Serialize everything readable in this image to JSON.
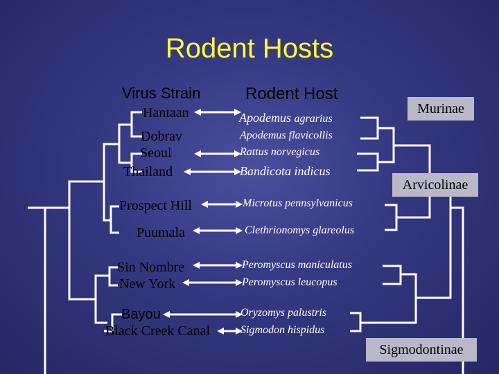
{
  "title": "Rodent Hosts",
  "headers": {
    "virus_strain": "Virus Strain",
    "rodent_host": "Rodent Host"
  },
  "virus_strains": [
    "Hantaan",
    "Dobrav",
    "Seoul",
    "Thailand",
    "Prospect Hill",
    "Puumala",
    "Sin Nombre",
    "New York",
    "Bayou",
    "Black Creek Canal"
  ],
  "rodent_hosts": {
    "apodemus_agrarius_genus": "Apodemus",
    "apodemus_agrarius_species": "agrarius",
    "apodemus_flavicollis": "Apodemus flavicollis",
    "rattus_norvegicus": "Rattus norvegicus",
    "bandicota_indicus": "Bandicota indicus",
    "microtus_pennsylvanicus": "Microtus pennsylvanicus",
    "clethrionomys_glareolus": "Clethrionomys glareolus",
    "peromyscus_maniculatus": "Peromyscus maniculatus",
    "peromyscus_leucopus": "Peromyscus leucopus",
    "oryzomys_palustris": "Oryzomys palustris",
    "sigmodon_hispidus": "Sigmodon hispidus"
  },
  "subfamilies": {
    "murinae": "Murinae",
    "arvicolinae": "Arvicolinae",
    "sigmodontinae": "Sigmodontinae"
  },
  "colors": {
    "background": "#2c2f73",
    "title": "#ffff33",
    "tree_lines": "#ffffff",
    "box": "#b8b8c8"
  }
}
